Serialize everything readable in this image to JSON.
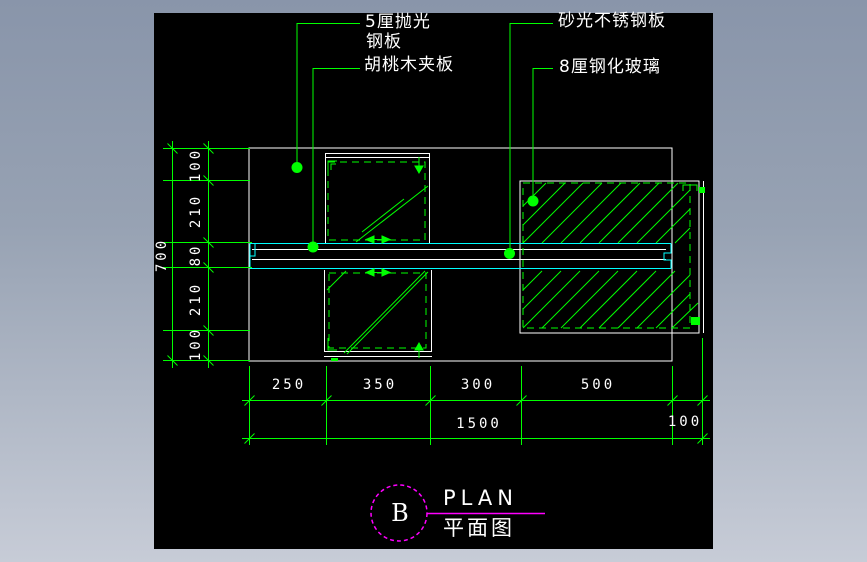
{
  "callouts": {
    "steel_plate_line1": "5厘抛光",
    "steel_plate_line2": "钢板",
    "walnut": "胡桃木夹板",
    "stainless": "砂光不锈钢板",
    "glass": "8厘钢化玻璃"
  },
  "dims": {
    "left_total": "700",
    "left_chain": [
      "100",
      "210",
      "80",
      "210",
      "100"
    ],
    "bottom_chain": [
      "250",
      "350",
      "300",
      "500"
    ],
    "bottom_offset": "100",
    "bottom_total": "1500"
  },
  "title_block": {
    "tag": "B",
    "title_en": "PLAN",
    "title_zh": "平面图"
  },
  "colors": {
    "line_green": "#00ff00",
    "steel_cyan": "#00ffff",
    "text_white": "#ffffff",
    "accent_magenta": "#ff00ff",
    "canvas_black": "#000000"
  }
}
